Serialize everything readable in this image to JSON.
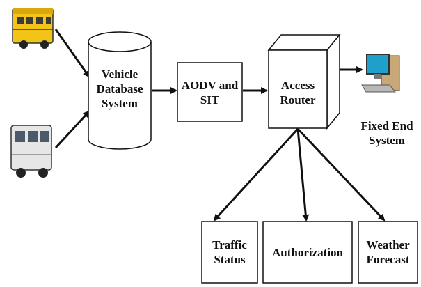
{
  "nodes": {
    "vehicle_database": "Vehicle\nDatabase\nSystem",
    "aodv_sit": "AODV and\nSIT",
    "access_router": "Access\nRouter",
    "fixed_end_system": "Fixed End\nSystem",
    "traffic_status": "Traffic\nStatus",
    "authorization": "Authorization",
    "weather_forecast": "Weather\nForecast"
  },
  "icons": {
    "bus": "school-bus-icon",
    "van": "van-icon",
    "computer": "desktop-computer-icon"
  },
  "colors": {
    "stroke": "#111111",
    "bus_body": "#f2c418",
    "van_body": "#e6e6e6",
    "monitor_screen": "#1fa0c8",
    "computer_case": "#c9a878"
  }
}
